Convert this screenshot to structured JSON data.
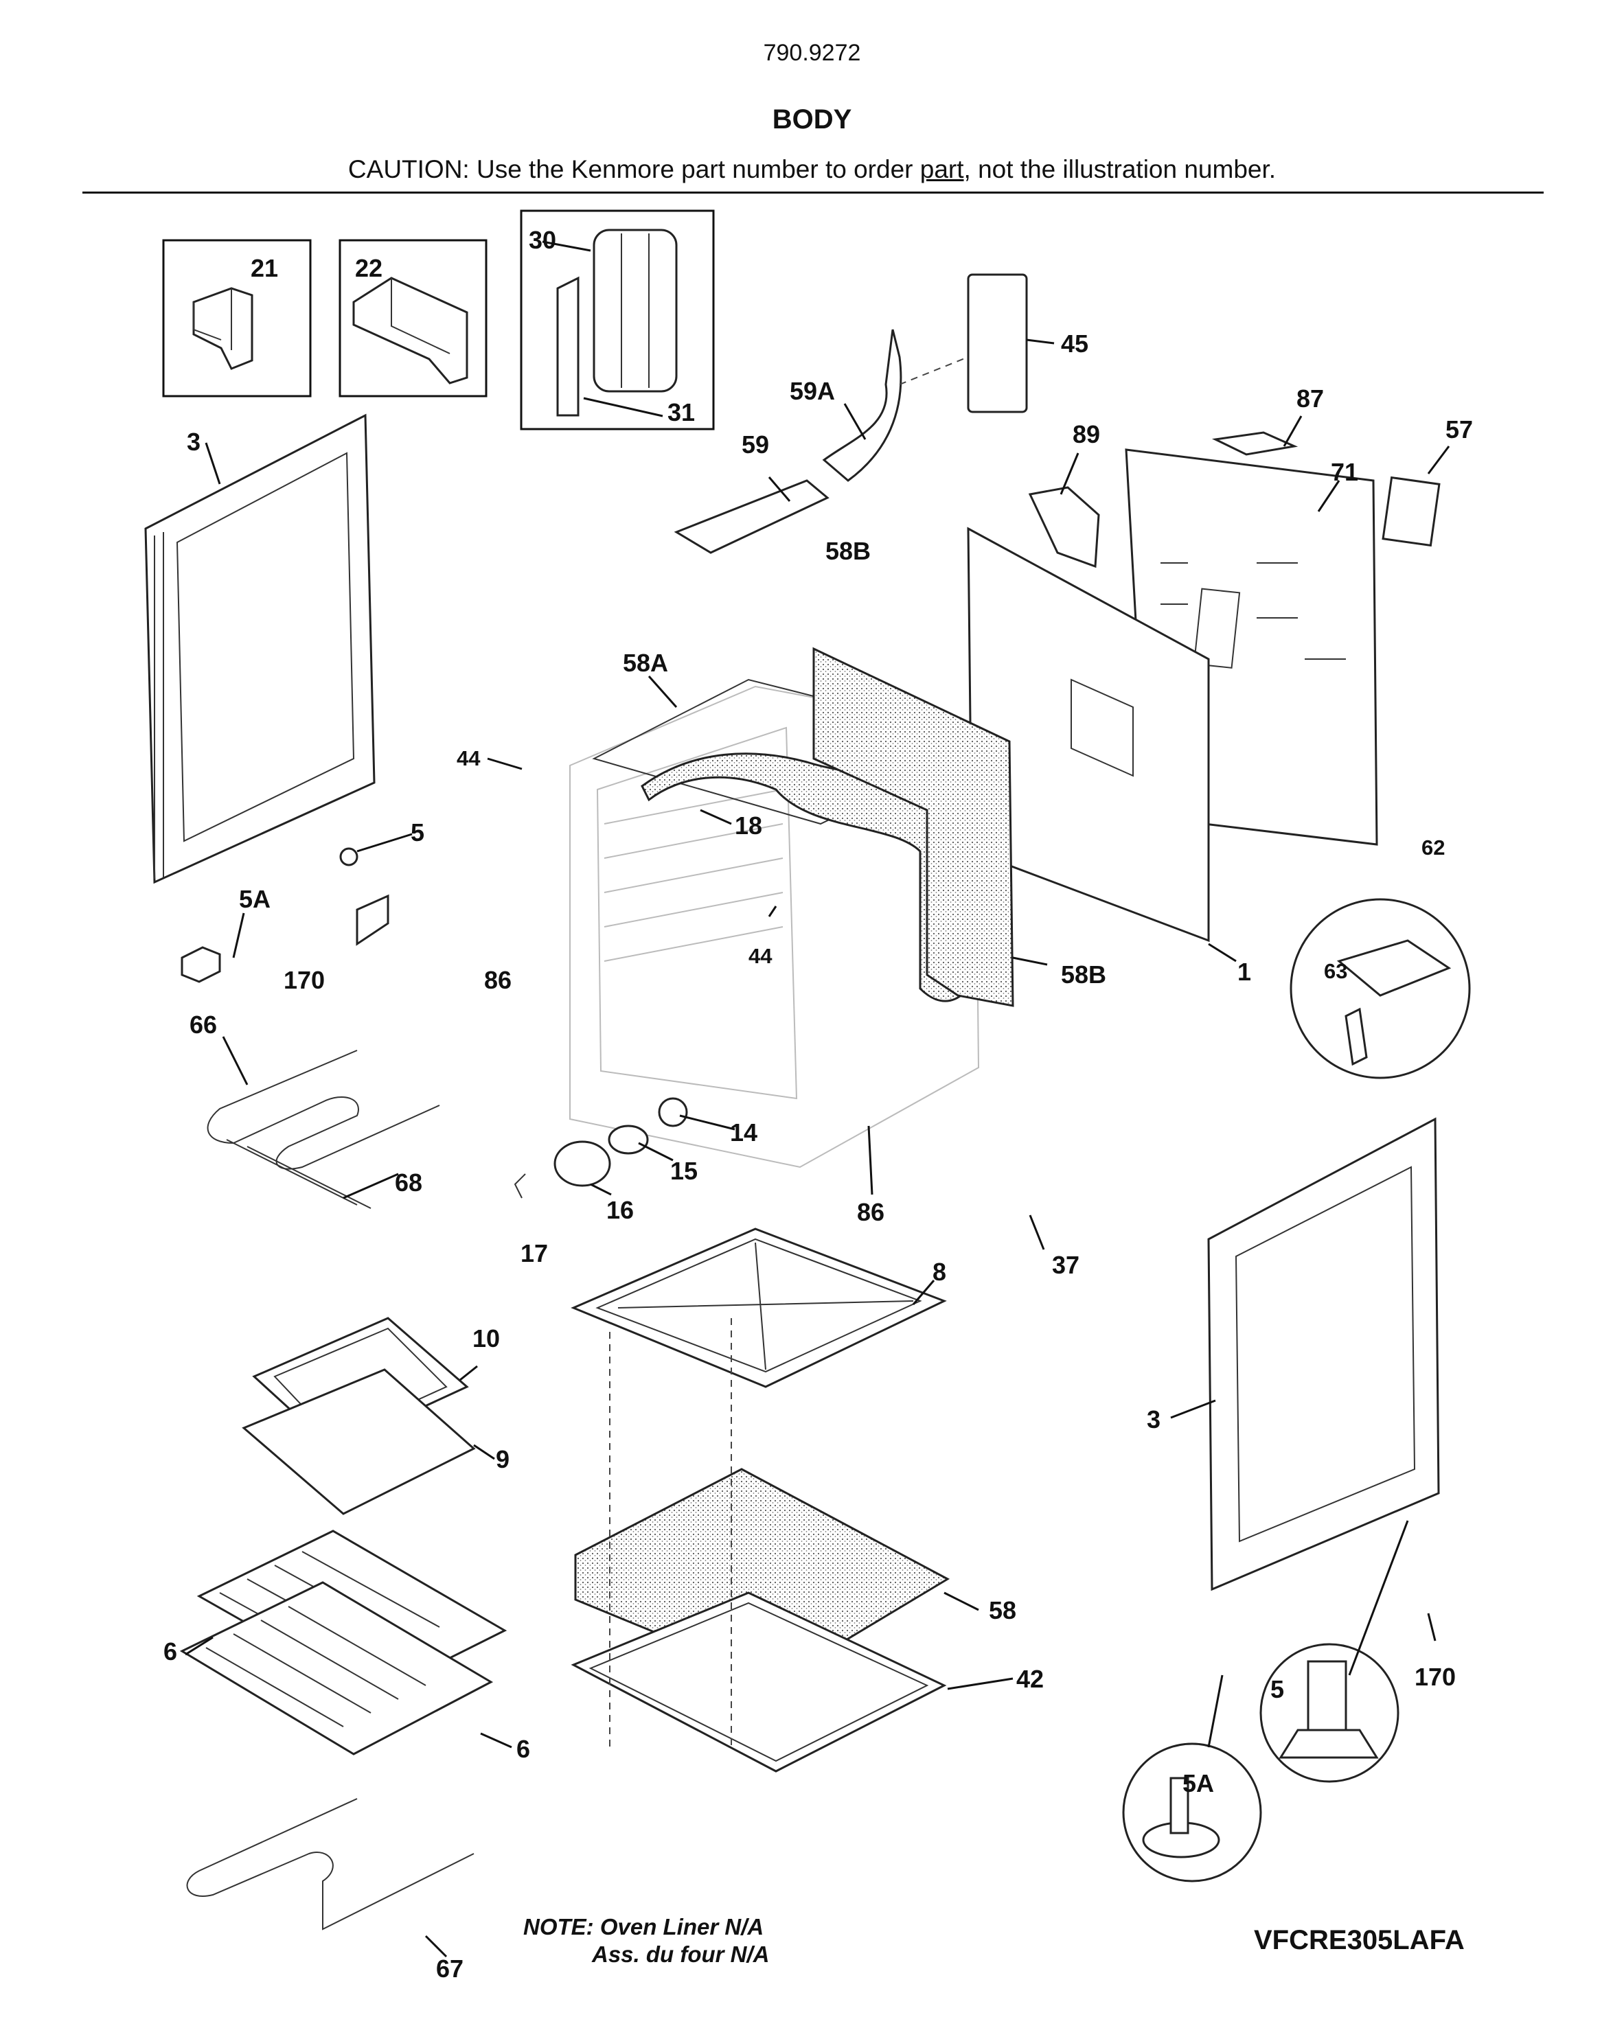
{
  "header": {
    "doc_number": "790.9272",
    "section_title": "BODY",
    "caution_prefix": "CAUTION: Use the Kenmore part number to order ",
    "caution_underlined": "part",
    "caution_suffix": ", not the illustration number."
  },
  "callouts": [
    "21",
    "22",
    "30",
    "31",
    "45",
    "59A",
    "87",
    "57",
    "3",
    "59",
    "89",
    "71",
    "58B",
    "58A",
    "44",
    "18",
    "5",
    "62",
    "5A",
    "170",
    "86",
    "44",
    "58B",
    "1",
    "63",
    "66",
    "14",
    "15",
    "68",
    "86",
    "16",
    "17",
    "37",
    "8",
    "10",
    "9",
    "3",
    "58",
    "6",
    "42",
    "170",
    "6",
    "5",
    "5A",
    "67"
  ],
  "notes": {
    "line1": "NOTE: Oven Liner N/A",
    "line2": "Ass. du four N/A"
  },
  "footer": {
    "model_number": "VFCRE305LAFA"
  }
}
